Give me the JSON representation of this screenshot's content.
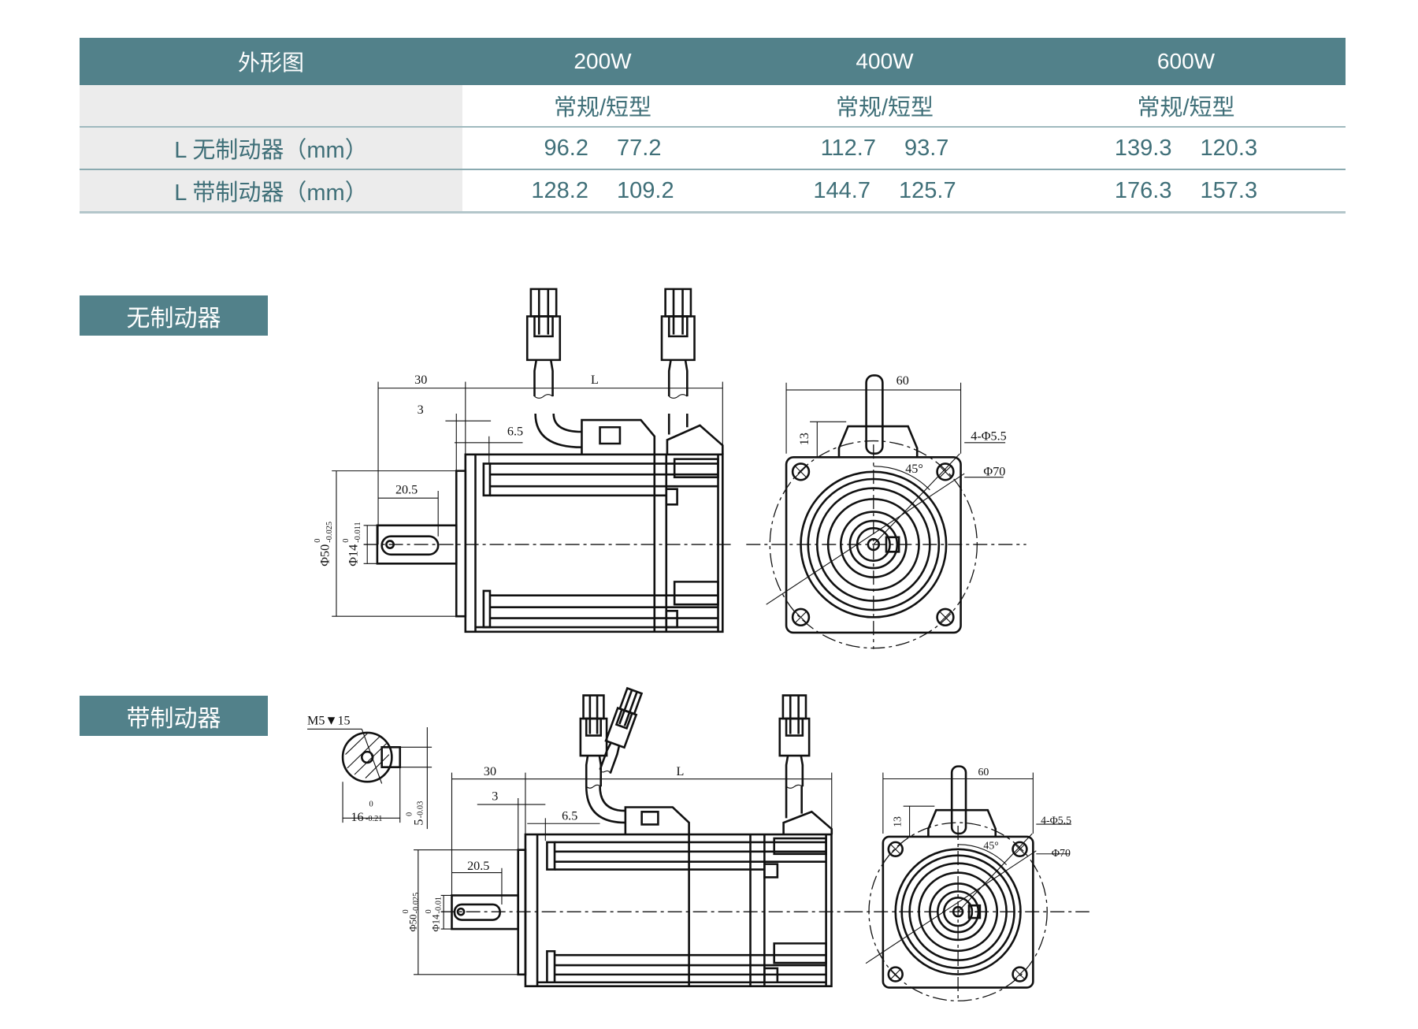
{
  "table": {
    "header": [
      "外形图",
      "200W",
      "400W",
      "600W"
    ],
    "subheader": [
      "常规/短型",
      "常规/短型",
      "常规/短型"
    ],
    "rows": [
      {
        "label": "L 无制动器（mm）",
        "values": [
          [
            "96.2",
            "77.2"
          ],
          [
            "112.7",
            "93.7"
          ],
          [
            "139.3",
            "120.3"
          ]
        ]
      },
      {
        "label": "L 带制动器（mm）",
        "values": [
          [
            "128.2",
            "109.2"
          ],
          [
            "144.7",
            "125.7"
          ],
          [
            "176.3",
            "157.3"
          ]
        ]
      }
    ]
  },
  "sections": {
    "no_brake": "无制动器",
    "with_brake": "带制动器"
  },
  "dims": {
    "d30": "30",
    "L": "L",
    "d3": "3",
    "d6_5": "6.5",
    "d20_5": "20.5",
    "phi50": {
      "main": "Φ50",
      "lower": "-0.025",
      "upper": "0"
    },
    "phi14": {
      "main": "Φ14",
      "lower": "-0.011",
      "upper": "0"
    },
    "phi14b": {
      "main": "Φ14",
      "lower": "-0.01",
      "upper": "0"
    },
    "phi50b": {
      "main": "Φ50",
      "lower": "-0.025",
      "upper": "0"
    },
    "d60": "60",
    "d13": "13",
    "holes": "4-Φ5.5",
    "phi70": "Φ70",
    "angle": "45°",
    "thread": "M5▼15",
    "key16": {
      "main": "16",
      "lower": "-0.21",
      "upper": "0"
    },
    "key5": {
      "main": "5",
      "lower": "-0.03",
      "upper": "0"
    }
  }
}
